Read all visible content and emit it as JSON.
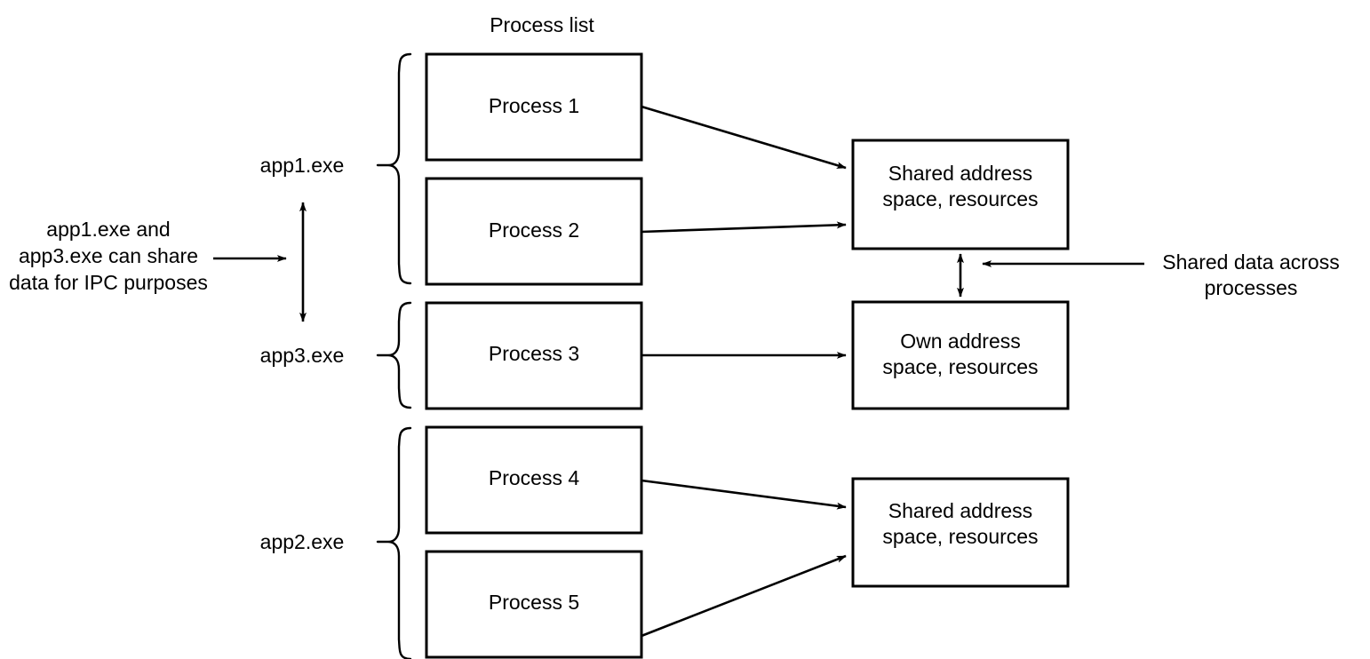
{
  "diagram": {
    "title": "Process list",
    "notes": {
      "ipc_note_line1": "app1.exe and",
      "ipc_note_line2": "app3.exe can share",
      "ipc_note_line3": "data for IPC purposes",
      "shared_data_note_line1": "Shared data across",
      "shared_data_note_line2": "processes"
    },
    "app_groups": [
      {
        "label": "app1.exe",
        "processes": [
          "Process 1",
          "Process 2"
        ]
      },
      {
        "label": "app3.exe",
        "processes": [
          "Process 3"
        ]
      },
      {
        "label": "app2.exe",
        "processes": [
          "Process 4",
          "Process 5"
        ]
      }
    ],
    "process_boxes": [
      {
        "label": "Process 1"
      },
      {
        "label": "Process 2"
      },
      {
        "label": "Process 3"
      },
      {
        "label": "Process 4"
      },
      {
        "label": "Process 5"
      }
    ],
    "memory_boxes": [
      {
        "line1": "Shared address",
        "line2": "space, resources"
      },
      {
        "line1": "Own address",
        "line2": "space, resources"
      },
      {
        "line1": "Shared address",
        "line2": "space, resources"
      }
    ],
    "colors": {
      "stroke": "#000000",
      "fill": "#ffffff",
      "text": "#000000"
    }
  }
}
